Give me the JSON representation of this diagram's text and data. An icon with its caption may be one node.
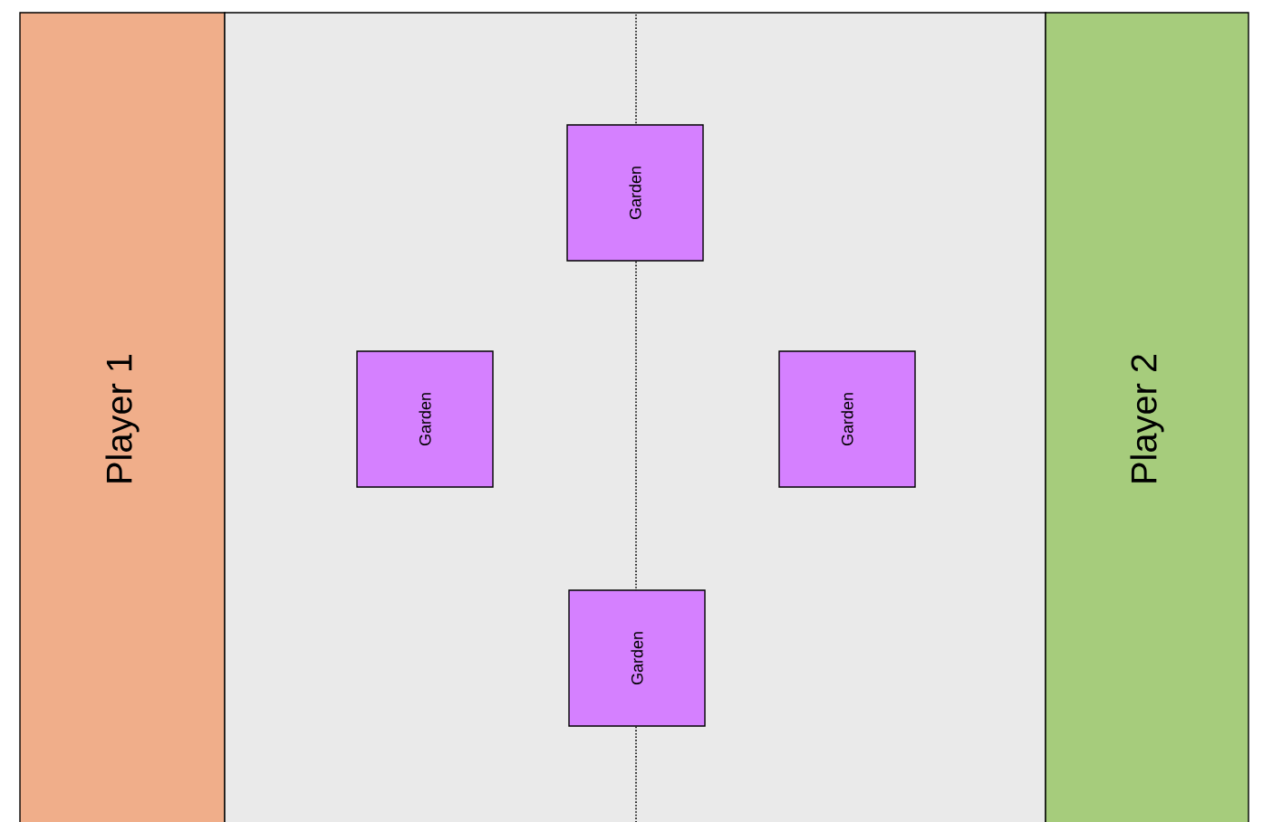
{
  "diagram": {
    "nodes": [
      {
        "text": [
          "Player 1"
        ]
      },
      {
        "text": [],
        "shape": "box"
      },
      {
        "text": [
          "Garden"
        ],
        "in": 1
      },
      {
        "text": [
          "Garden"
        ],
        "in": 1
      },
      {
        "text": [
          "Garden"
        ],
        "in": 1
      },
      {
        "text": [
          "Garden"
        ],
        "in": 1
      },
      {
        "text": [
          "Player 2"
        ]
      }
    ]
  }
}
